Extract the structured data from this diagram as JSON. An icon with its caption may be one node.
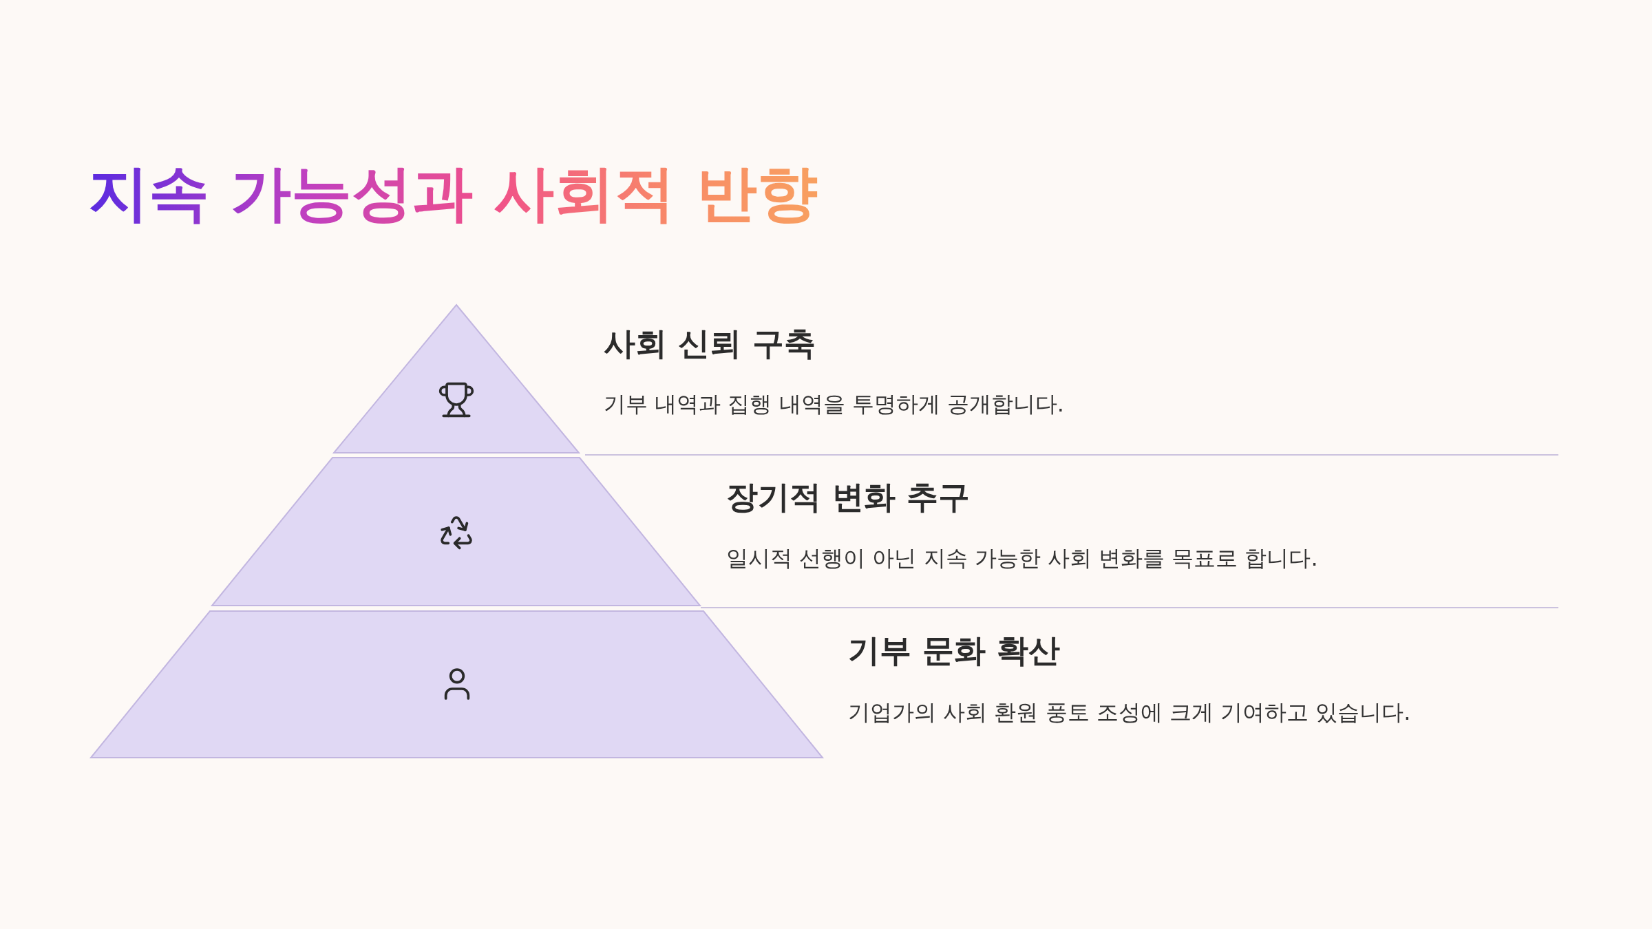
{
  "diagram": {
    "title": "지속 가능성과 사회적 반향",
    "nodes": [
      {
        "text": [],
        "shape": "triangle",
        "beside": [
          "사회 신뢰 구축",
          "기부 내역과 집행 내역을 투명하게 공개합니다."
        ]
      },
      {
        "text": [],
        "shape": "trapezoid",
        "beside": [
          "장기적 변화 추구",
          "일시적 선행이 아닌 지속 가능한 사회 변화를 목표로 합니다."
        ]
      },
      {
        "text": [],
        "shape": "trapezoid",
        "beside": [
          "기부 문화 확산",
          "기업가의 사회 환원 풍토 조성에 크게 기여하고 있습니다."
        ]
      }
    ]
  }
}
